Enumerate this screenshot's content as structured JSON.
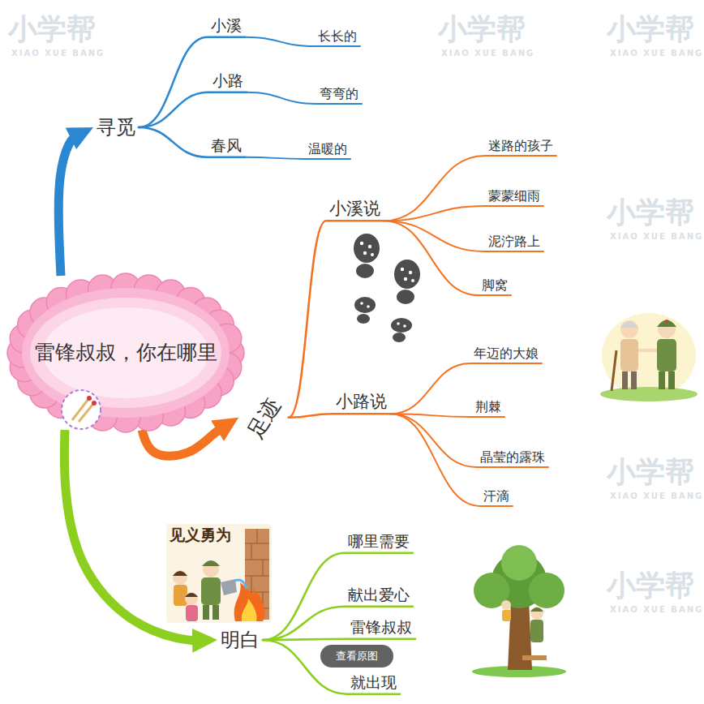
{
  "diagram": {
    "nodes": [
      {
        "text": [
          "雷锋叔叔，你在哪里"
        ]
      },
      {
        "text": [
          "寻觅"
        ]
      },
      {
        "text": [
          "小溪"
        ]
      },
      {
        "text": [
          "长长的"
        ]
      },
      {
        "text": [
          "小路"
        ]
      },
      {
        "text": [
          "弯弯的"
        ]
      },
      {
        "text": [
          "春风"
        ]
      },
      {
        "text": [
          "温暖的"
        ]
      },
      {
        "text": [
          "足迹"
        ]
      },
      {
        "text": [
          "小溪说"
        ]
      },
      {
        "text": [
          "迷路的孩子"
        ]
      },
      {
        "text": [
          "蒙蒙细雨"
        ]
      },
      {
        "text": [
          "泥泞路上"
        ]
      },
      {
        "text": [
          "脚窝"
        ]
      },
      {
        "text": [
          "小路说"
        ]
      },
      {
        "text": [
          "年迈的大娘"
        ]
      },
      {
        "text": [
          "荆棘"
        ]
      },
      {
        "text": [
          "晶莹的露珠"
        ]
      },
      {
        "text": [
          "汗滴"
        ]
      },
      {
        "text": [
          "明白"
        ]
      },
      {
        "text": [
          "哪里需要"
        ]
      },
      {
        "text": [
          "献出爱心"
        ]
      },
      {
        "text": [
          "雷锋叔叔"
        ]
      },
      {
        "text": [
          "就出现"
        ]
      }
    ],
    "edges": [
      {
        "from": 0,
        "to": 1,
        "arrow": "to"
      },
      {
        "from": 1,
        "to": 2,
        "arrow": "none"
      },
      {
        "from": 2,
        "to": 3,
        "arrow": "none"
      },
      {
        "from": 1,
        "to": 4,
        "arrow": "none"
      },
      {
        "from": 4,
        "to": 5,
        "arrow": "none"
      },
      {
        "from": 1,
        "to": 6,
        "arrow": "none"
      },
      {
        "from": 6,
        "to": 7,
        "arrow": "none"
      },
      {
        "from": 0,
        "to": 8,
        "arrow": "to"
      },
      {
        "from": 8,
        "to": 9,
        "arrow": "none"
      },
      {
        "from": 9,
        "to": 10,
        "arrow": "none"
      },
      {
        "from": 9,
        "to": 11,
        "arrow": "none"
      },
      {
        "from": 9,
        "to": 12,
        "arrow": "none"
      },
      {
        "from": 9,
        "to": 13,
        "arrow": "none"
      },
      {
        "from": 8,
        "to": 14,
        "arrow": "none"
      },
      {
        "from": 14,
        "to": 15,
        "arrow": "none"
      },
      {
        "from": 14,
        "to": 16,
        "arrow": "none"
      },
      {
        "from": 14,
        "to": 17,
        "arrow": "none"
      },
      {
        "from": 14,
        "to": 18,
        "arrow": "none"
      },
      {
        "from": 0,
        "to": 19,
        "arrow": "to"
      },
      {
        "from": 19,
        "to": 20,
        "arrow": "none"
      },
      {
        "from": 19,
        "to": 21,
        "arrow": "none"
      },
      {
        "from": 19,
        "to": 22,
        "arrow": "none"
      },
      {
        "from": 19,
        "to": 23,
        "arrow": "none"
      }
    ],
    "labels": [
      "小学帮",
      "XIAO XUE BANG",
      "小学帮",
      "XIAO XUE BANG",
      "小学帮",
      "XIAO XUE BANG",
      "小学帮",
      "XIAO XUE BANG",
      "小学帮",
      "XIAO XUE BANG",
      "小学帮",
      "XIAO XUE BANG",
      "见义勇为",
      "查看原图"
    ]
  }
}
